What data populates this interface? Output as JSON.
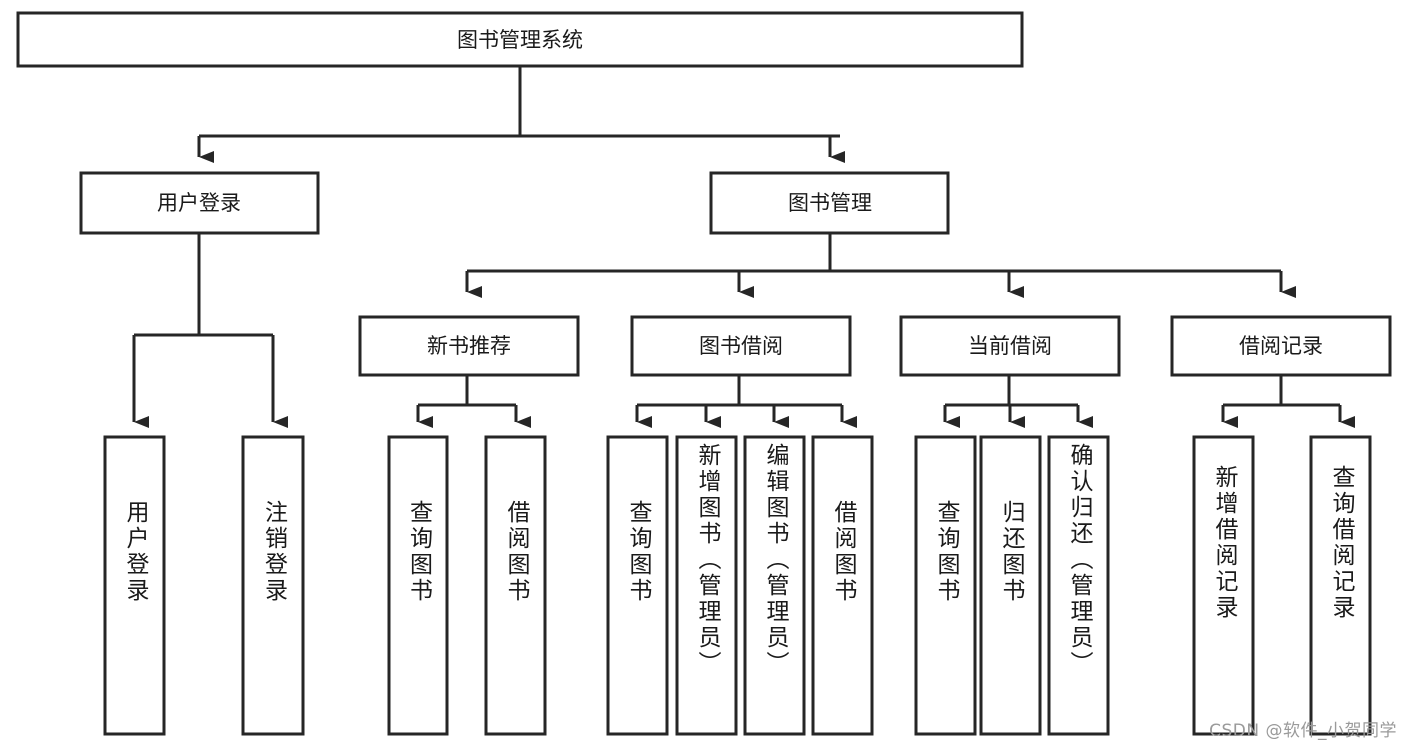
{
  "diagram": {
    "type": "hierarchy-tree",
    "title": "图书管理系统",
    "orientation": "top-down",
    "root": {
      "id": "root",
      "label": "图书管理系统"
    },
    "level2": [
      {
        "id": "user-login",
        "label": "用户登录"
      },
      {
        "id": "book-management",
        "label": "图书管理"
      }
    ],
    "level3": [
      {
        "id": "new-book-recommend",
        "label": "新书推荐",
        "parent": "book-management"
      },
      {
        "id": "book-borrow",
        "label": "图书借阅",
        "parent": "book-management"
      },
      {
        "id": "current-borrow",
        "label": "当前借阅",
        "parent": "book-management"
      },
      {
        "id": "borrow-record",
        "label": "借阅记录",
        "parent": "book-management"
      }
    ],
    "leaves": [
      {
        "id": "leaf-user-login",
        "label": "用户登录",
        "parent": "user-login"
      },
      {
        "id": "leaf-logout-login",
        "label": "注销登录",
        "parent": "user-login"
      },
      {
        "id": "leaf-query-book-1",
        "label": "查询图书",
        "parent": "new-book-recommend"
      },
      {
        "id": "leaf-borrow-book-1",
        "label": "借阅图书",
        "parent": "new-book-recommend"
      },
      {
        "id": "leaf-query-book-2",
        "label": "查询图书",
        "parent": "book-borrow"
      },
      {
        "id": "leaf-add-book",
        "label": "新增图书（管理员）",
        "parent": "book-borrow"
      },
      {
        "id": "leaf-edit-book",
        "label": "编辑图书（管理员）",
        "parent": "book-borrow"
      },
      {
        "id": "leaf-borrow-book-2",
        "label": "借阅图书",
        "parent": "book-borrow"
      },
      {
        "id": "leaf-query-book-3",
        "label": "查询图书",
        "parent": "current-borrow"
      },
      {
        "id": "leaf-return-book",
        "label": "归还图书",
        "parent": "current-borrow"
      },
      {
        "id": "leaf-confirm-return",
        "label": "确认归还（管理员）",
        "parent": "current-borrow"
      },
      {
        "id": "leaf-add-record",
        "label": "新增借阅记录",
        "parent": "borrow-record"
      },
      {
        "id": "leaf-query-record",
        "label": "查询借阅记录",
        "parent": "borrow-record"
      }
    ],
    "colors": {
      "box_stroke": "#262626",
      "box_fill": "#ffffff",
      "text": "#1a1a1a",
      "background": "#ffffff",
      "watermark": "#9a9a9a"
    }
  },
  "watermark": {
    "text": "CSDN @软件_小贺同学"
  }
}
